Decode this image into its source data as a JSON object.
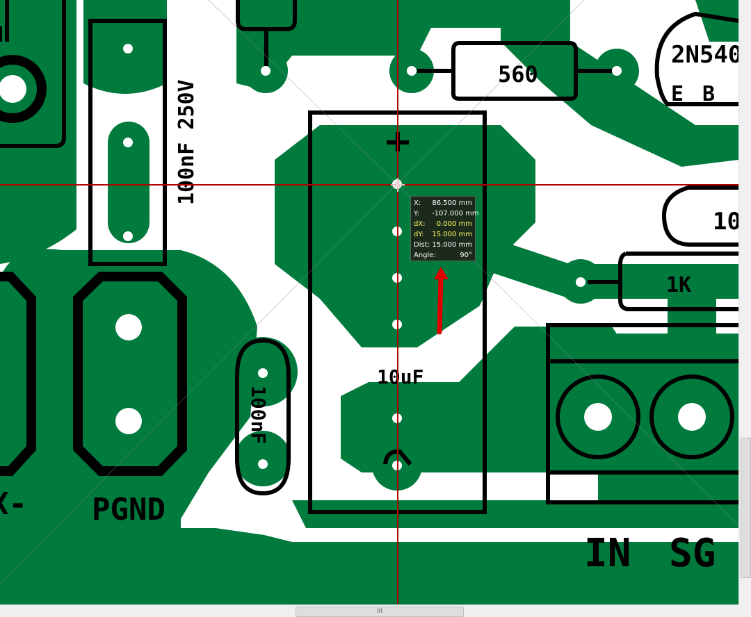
{
  "pcb": {
    "labels": {
      "cap_100nf_250v": "100nF 250V",
      "cap_100nf": "100nF",
      "cap_10uf": "10uF",
      "res_560": "560",
      "res_1k": "1K",
      "transistor": "2N540",
      "transistor_e": "E",
      "transistor_b": "B",
      "partial_10": "10",
      "pgnd": "PGND",
      "x_minus": "X-",
      "in": "IN",
      "sg": "SG",
      "plus": "+"
    },
    "colors": {
      "copper": "#007a3d",
      "silkscreen": "#000000",
      "crosshair": "#b00000",
      "arrow": "#e00000"
    }
  },
  "measure": {
    "x_label": "X:",
    "x_value": "86.500 mm",
    "y_label": "Y:",
    "y_value": "-107.000 mm",
    "dx_label": "dX:",
    "dx_value": "0.000 mm",
    "dy_label": "dY:",
    "dy_value": "15.000 mm",
    "dist_label": "Dist:",
    "dist_value": "15.000 mm",
    "angle_label": "Angle:",
    "angle_value": "90°"
  },
  "scrollbar": {
    "h_grip": "III"
  }
}
